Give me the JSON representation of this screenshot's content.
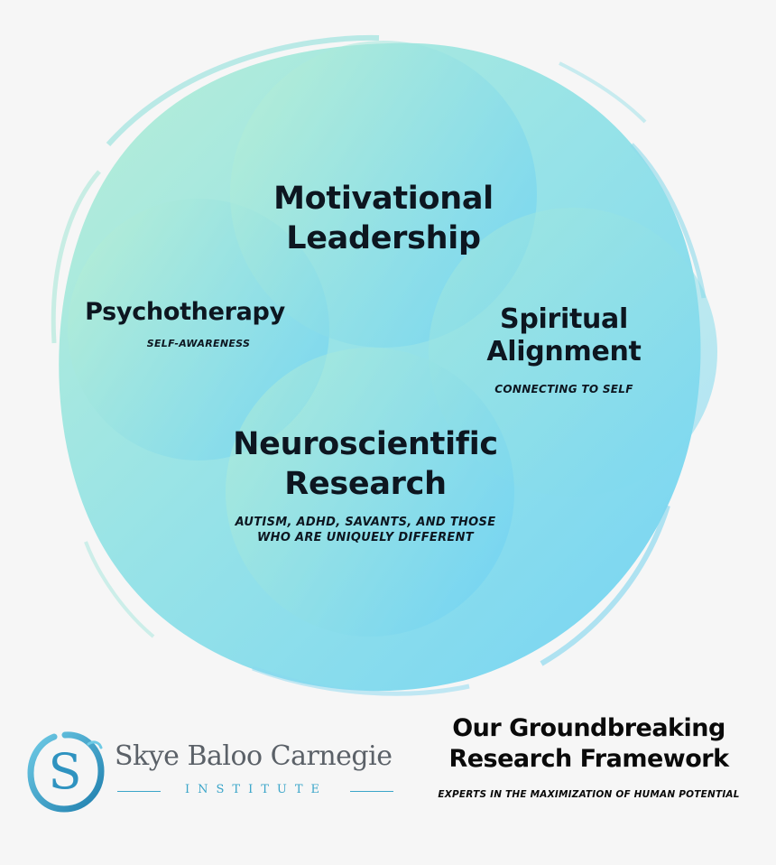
{
  "diagram": {
    "nodes": [
      {
        "id": "motivational",
        "title_lines": [
          "Motivational",
          "Leadership"
        ],
        "subtitle": ""
      },
      {
        "id": "psychotherapy",
        "title_lines": [
          "Psychotherapy"
        ],
        "subtitle": "SELF-AWARENESS"
      },
      {
        "id": "spiritual",
        "title_lines": [
          "Spiritual",
          "Alignment"
        ],
        "subtitle": "CONNECTING TO SELF"
      },
      {
        "id": "neuro",
        "title_lines": [
          "Neuroscientific",
          "Research"
        ],
        "subtitle_lines": [
          "AUTISM, ADHD, SAVANTS, AND THOSE",
          "WHO ARE UNIQUELY DIFFERENT"
        ]
      }
    ],
    "colors": {
      "gradient_start": "#b4ecd2",
      "gradient_end": "#6dd2f5",
      "text": "#0d1620"
    }
  },
  "brand": {
    "logo_letter": "S",
    "name": "Skye Baloo Carnegie",
    "subtitle": "INSTITUTE",
    "accent_color": "#3aa5c9"
  },
  "footer": {
    "title_line1": "Our Groundbreaking",
    "title_line2": "Research Framework",
    "tagline": "EXPERTS IN THE MAXIMIZATION OF HUMAN POTENTIAL"
  }
}
